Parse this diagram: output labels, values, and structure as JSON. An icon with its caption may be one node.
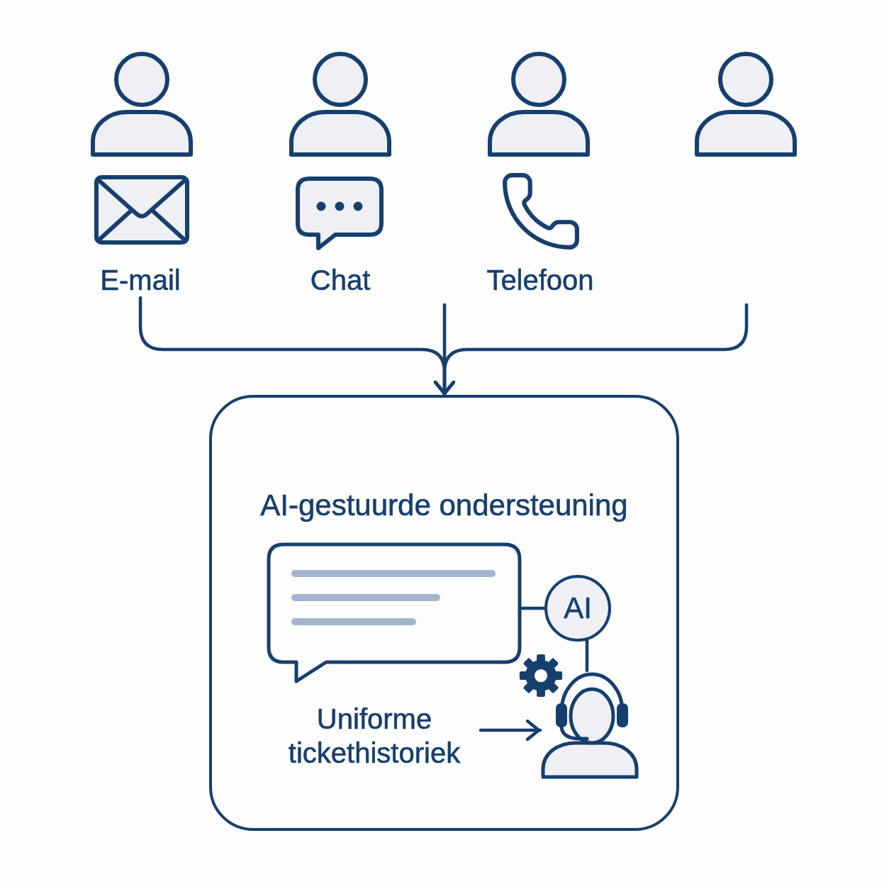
{
  "diagram": {
    "nodes": [
      {
        "text": [
          "E-mail"
        ]
      },
      {
        "text": [
          "Chat"
        ]
      },
      {
        "text": [
          "Telefoon"
        ]
      },
      {
        "text": [
          "AI-gestuurde ondersteuning"
        ]
      },
      {
        "text": [],
        "shape": "bubble",
        "in": 3
      },
      {
        "text": [
          "AI"
        ],
        "in": 3
      },
      {
        "text": [
          "Uniforme tickethistoriek"
        ],
        "in": 3
      },
      {
        "text": [],
        "shape": "person",
        "in": 3
      }
    ],
    "edges": [
      {
        "from": 0,
        "to": 3,
        "arrow": "to"
      },
      {
        "from": null,
        "to": 3,
        "arrow": "to"
      },
      {
        "from": null,
        "to": 3,
        "arrow": "to"
      },
      {
        "from": 4,
        "to": 5,
        "arrow": "none"
      },
      {
        "from": 5,
        "to": 7,
        "arrow": "none"
      },
      {
        "from": 6,
        "to": 7,
        "arrow": "to"
      }
    ]
  }
}
